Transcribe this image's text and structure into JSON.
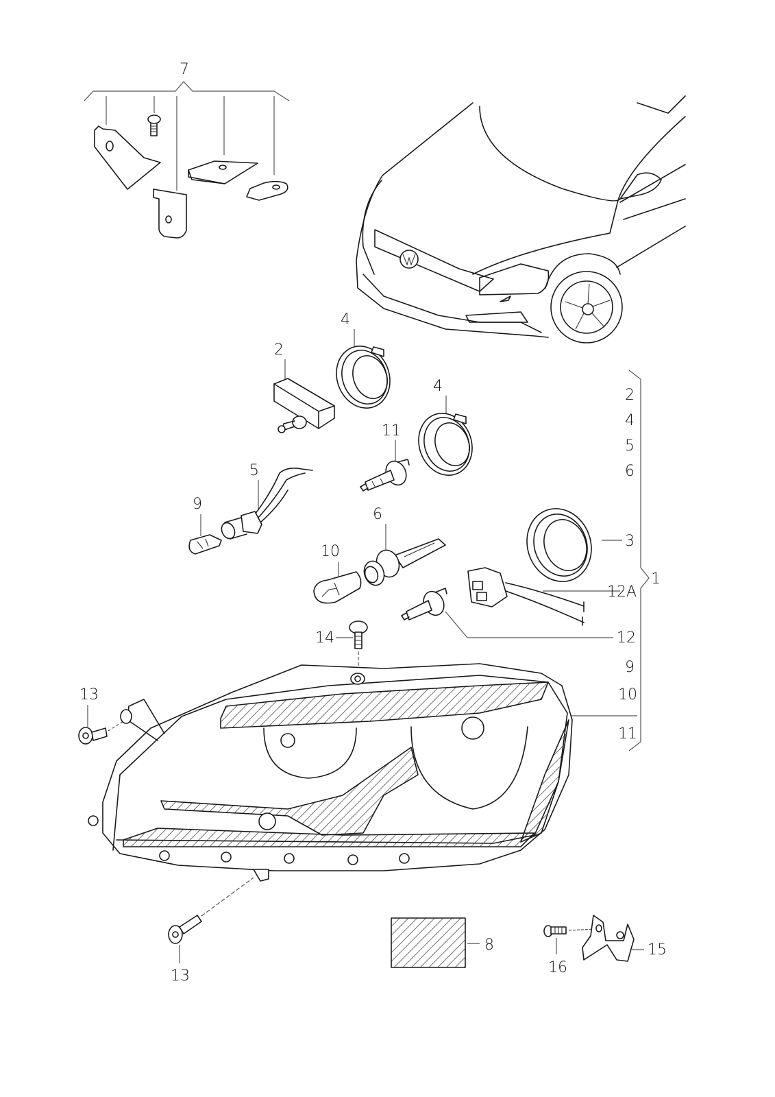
{
  "diagram": {
    "title": "Headlight assembly exploded view",
    "callouts": {
      "c7": "7",
      "c2": "2",
      "c4a": "4",
      "c4b": "4",
      "c11": "11",
      "c5": "5",
      "c9": "9",
      "c6": "6",
      "c10": "10",
      "c3": "3",
      "c12a": "12A",
      "c12": "12",
      "c14": "14",
      "c13a": "13",
      "c13b": "13",
      "c8": "8",
      "c16": "16",
      "c15": "15",
      "c1": "1"
    },
    "assembly_list": [
      "2",
      "4",
      "5",
      "6",
      "9",
      "10",
      "11"
    ]
  }
}
